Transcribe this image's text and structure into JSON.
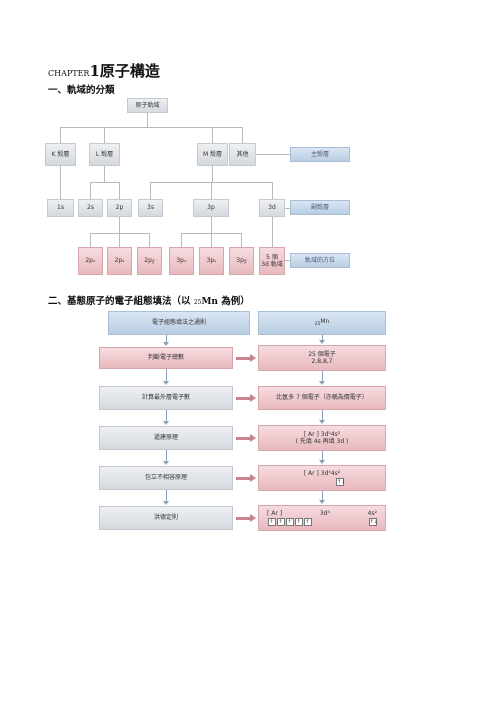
{
  "chapter": {
    "prefix": "CHAPTER",
    "number": "1",
    "title": "原子構造"
  },
  "section1": {
    "title": "一、軌域的分類"
  },
  "section2": {
    "title_main": "二、基態原子的電子組態填法（以 ",
    "subscript": "25",
    "element": "Mn",
    "title_end": " 為例）"
  },
  "tree": {
    "root": "原子軌域",
    "shells": [
      "K 殼層",
      "L 殼層",
      "M 殼層",
      "其他"
    ],
    "main_label": "主殼層",
    "subshells": [
      "1s",
      "2s",
      "2p",
      "3s",
      "3p",
      "3d"
    ],
    "sub_label": "副殼層",
    "orbitals": [
      "2pₓ",
      "2pᵧ",
      "2p𝓏",
      "3pₓ",
      "3pᵧ",
      "3p𝓏"
    ],
    "d_orbitals_line1": "5 個",
    "d_orbitals_line2": "3d 軌域",
    "orbital_label": "軌域的方位"
  },
  "flow": {
    "left": [
      "電子組態填法之通則",
      "判斷電子總數",
      "計算最外層電子數",
      "遞建原理",
      "包立不相容原理",
      "洪德定則"
    ],
    "right_header_sub": "25",
    "right_header_el": "Mn",
    "r1_line1": "25 個電子",
    "r1_line2": "2,8,8,7",
    "r2": "比氬多 7 個電子（亦稱為價電子）",
    "r3_line1": "[ Ar ] 3d⁵4s²",
    "r3_line2": "( 先填 4s 再填 3d )",
    "r4": "[ Ar ] 3d⁵4s²",
    "r4_spin": "↑↓",
    "r5_prefix": "[ Ar ]",
    "r5_3d": "3d⁵",
    "r5_4s": "4s²",
    "r5_spin_up": "↑",
    "r5_spin_pair": "↑↓"
  }
}
